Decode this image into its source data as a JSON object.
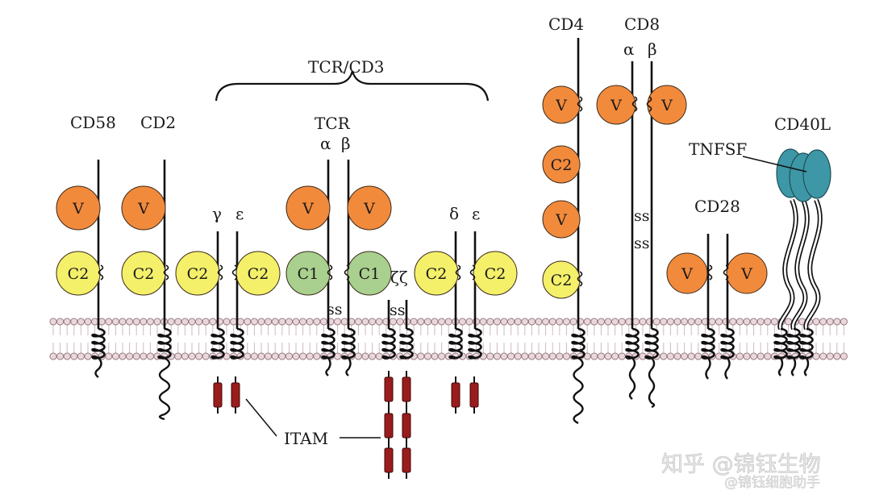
{
  "colors": {
    "v_domain": "#f28a3c",
    "c2_domain": "#f4f06a",
    "c1_domain": "#a9d08e",
    "tnfsf": "#3d97a6",
    "itam": "#9b1c1c",
    "lipid_head": "#ead7dc"
  },
  "labels": {
    "cd58": "CD58",
    "cd2": "CD2",
    "tcr_cd3": "TCR/CD3",
    "tcr": "TCR",
    "tcr_alpha": "α",
    "tcr_beta": "β",
    "gamma": "γ",
    "epsilon1": "ε",
    "zeta": "ζζ",
    "delta": "δ",
    "epsilon2": "ε",
    "cd4": "CD4",
    "cd8": "CD8",
    "cd8_alpha": "α",
    "cd8_beta": "β",
    "cd28": "CD28",
    "cd40l": "CD40L",
    "tnfsf": "TNFSF",
    "itam": "ITAM",
    "ss": "ss"
  },
  "domains": {
    "v": "V",
    "c2": "C2",
    "c1": "C1"
  },
  "watermark": {
    "line1": "知乎 @锦钰生物",
    "line2": "@锦钰细胞助手"
  }
}
